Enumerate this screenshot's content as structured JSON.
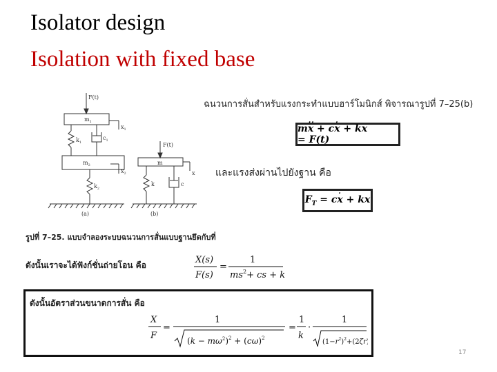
{
  "slide": {
    "title": "Isolator design",
    "subtitle": "Isolation with fixed base",
    "subtitle_color": "#c00000",
    "page_number": "17"
  },
  "figure": {
    "caption": "รูปที่ 7–25. แบบจำลองระบบฉนวนการสั่นแบบฐานยึดกับที่",
    "model_a": {
      "force": "F(t)",
      "m1": "m",
      "m2": "m",
      "k1": "k",
      "c1": "c",
      "k2": "k",
      "x1": "x",
      "x2": "x",
      "sub1": "1",
      "sub2": "2",
      "label": "(a)"
    },
    "model_b": {
      "force": "F(t)",
      "m": "m",
      "k": "k",
      "c": "c",
      "x": "x",
      "label": "(b)"
    }
  },
  "text": {
    "harmonic_intro": "ฉนวนการสั่นสำหรับแรงกระทำแบบฮาร์โมนิกส์ พิจารณารูปที่ 7–25(b)",
    "transmitted_force": "และแรงส่งผ่านไปยังฐาน คือ",
    "transfer_function": "ดังนั้นเราจะได้ฟังก์ชั่นถ่ายโอน คือ",
    "amplitude_ratio": "ดังนั้นอัตราส่วนขนาดการสั่น คือ"
  },
  "equations": {
    "equation_of_motion": {
      "mass": "m",
      "damping": "c",
      "stiffness": "k",
      "displacement": "x",
      "force": "F(t)"
    },
    "transmitted": {
      "lhs": "F",
      "lhs_sub": "T",
      "damping": "c",
      "stiffness": "k",
      "displacement": "x"
    },
    "transfer": {
      "num": "X(s)",
      "den": "F(s)",
      "rhs_num": "1",
      "rhs_den_m": "ms",
      "rhs_den_rest": "+ cs + k",
      "exp": "2"
    },
    "ratio": {
      "lhs_num": "X",
      "lhs_den": "F",
      "one": "1",
      "k": "k",
      "r": "r",
      "zeta": "ζ",
      "omega": "ω",
      "mass": "m",
      "damping": "c",
      "exp": "2",
      "two": "2"
    }
  }
}
